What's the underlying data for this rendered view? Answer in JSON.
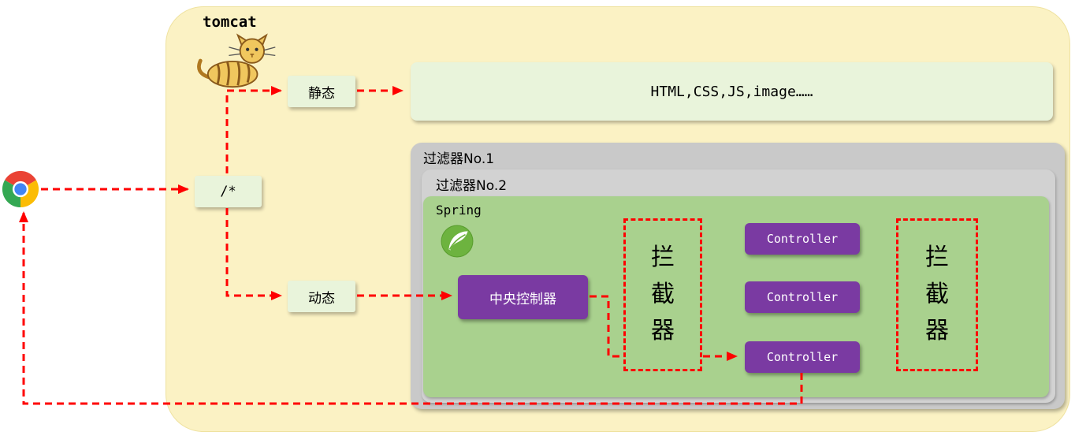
{
  "colors": {
    "tomcat_bg": "#FBF2C4",
    "resource_bg": "#E9F4DB",
    "filter_bg": "#C9C9C9",
    "spring_bg": "#A9D18E",
    "purple_box": "#7A3AA2",
    "arrow_red": "#FF0000",
    "spring_leaf_green": "#6DB33F"
  },
  "browser": {
    "icon": "chrome-icon"
  },
  "tomcat": {
    "label": "tomcat",
    "logo": "tomcat-cat-icon",
    "route_pattern": "/*",
    "static_label": "静态",
    "dynamic_label": "动态",
    "static_resources": "HTML,CSS,JS,image……",
    "filter1_label": "过滤器No.1",
    "filter2_label": "过滤器No.2",
    "spring": {
      "label": "Spring",
      "leaf_icon": "spring-leaf-icon",
      "central_controller": "中央控制器",
      "interceptor_left": "拦截器",
      "interceptor_right": "拦截器",
      "controllers": [
        "Controller",
        "Controller",
        "Controller"
      ]
    }
  }
}
